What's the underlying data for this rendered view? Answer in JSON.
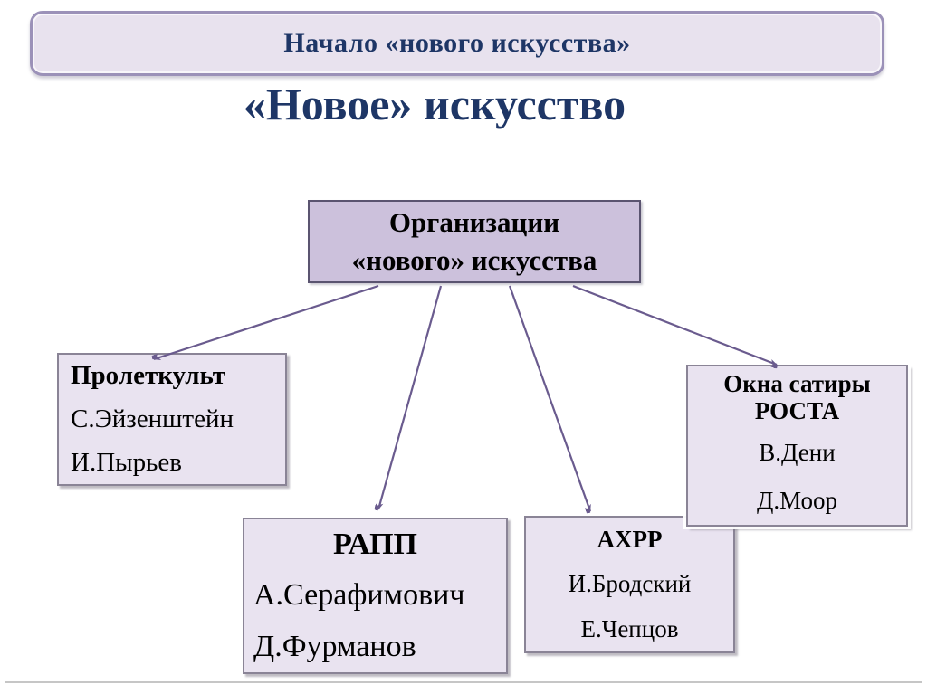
{
  "slide": {
    "banner_label": "Начало «нового искусства»",
    "title": "«Новое» искусство",
    "root": {
      "line1": "Организации",
      "line2": "«нового» искусства"
    },
    "branches": {
      "proletkult": {
        "title": "Пролеткульт",
        "members": [
          "С.Эйзенштейн",
          "И.Пырьев"
        ]
      },
      "rapp": {
        "title": "РАПП",
        "members": [
          "А.Серафимович",
          "Д.Фурманов"
        ]
      },
      "ahrr": {
        "title": "АХРР",
        "members": [
          "И.Бродский",
          "Е.Чепцов"
        ]
      },
      "rosta": {
        "title_line1": "Окна сатиры",
        "title_line2": "РОСТА",
        "members": [
          "В.Дени",
          "Д.Моор"
        ]
      }
    }
  },
  "colors": {
    "banner-fill": "#e8e2ee",
    "banner-border": "#9b91b8",
    "root-fill": "#ccc1dc",
    "root-border": "#5a5470",
    "box-fill": "#e9e3f0",
    "box-border": "#8a8496",
    "arrow": "#6a5b8e",
    "heading-text": "#1e3666",
    "body-text": "#000000"
  }
}
